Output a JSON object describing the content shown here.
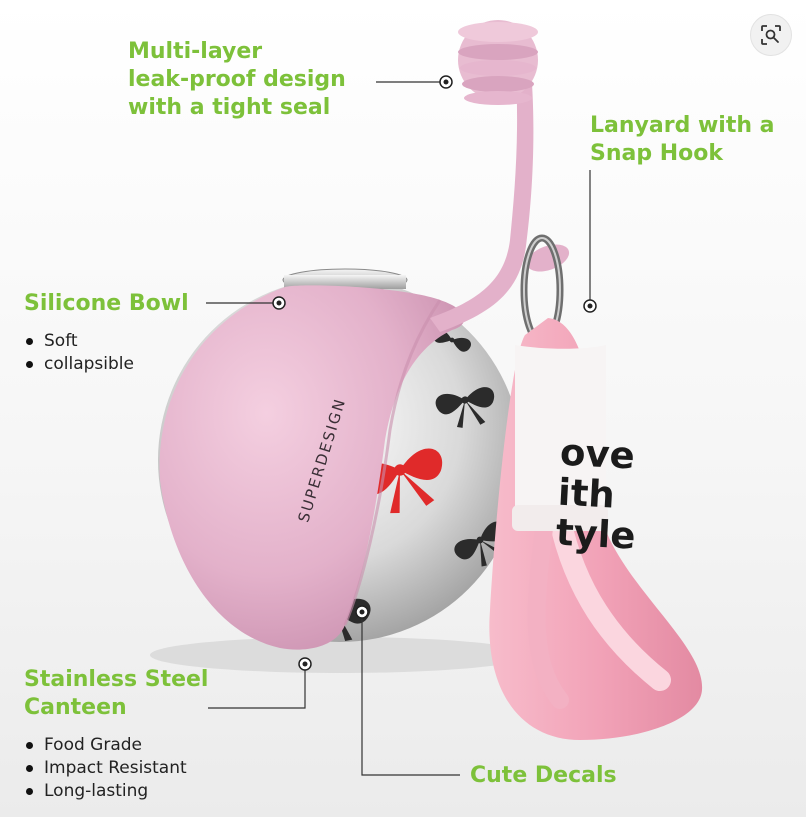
{
  "callouts": {
    "leak_proof": {
      "title": "Multi-layer\nleak-proof design\nwith a tight seal"
    },
    "lanyard": {
      "title": "Lanyard with a\nSnap Hook"
    },
    "bowl": {
      "title": "Silicone Bowl",
      "bullets": [
        "Soft",
        "collapsible"
      ]
    },
    "canteen": {
      "title": "Stainless Steel\nCanteen",
      "bullets": [
        "Food Grade",
        "Impact Resistant",
        "Long-lasting"
      ]
    },
    "decals": {
      "title": "Cute Decals"
    }
  },
  "product": {
    "brand": "SUPERDESIGN",
    "strap_text": "ove\nith\ntyle"
  },
  "icons": {
    "lens": "visual-search-icon"
  },
  "colors": {
    "accent": "#7dc13a",
    "silicone_pink": "#e6b6ce",
    "strap_pink": "#f2a9bd",
    "decal_red": "#e02a2a"
  }
}
